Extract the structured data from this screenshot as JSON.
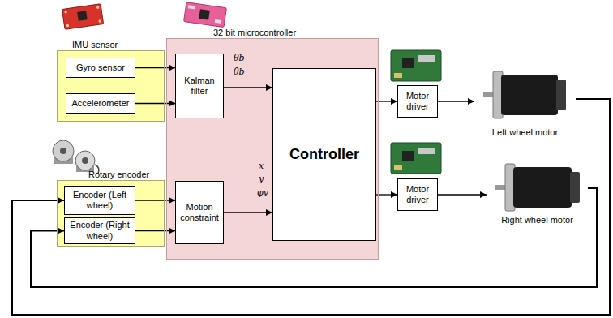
{
  "diagram": {
    "nodes": [
      {
        "text": [
          "IMU sensor"
        ]
      },
      {
        "text": [
          "Gyro sensor"
        ],
        "in": 0
      },
      {
        "text": [
          "Accelerometer"
        ],
        "in": 0
      },
      {
        "text": [
          "32 bit microcontroller"
        ]
      },
      {
        "text": [
          "Kalman filter"
        ],
        "in": 3
      },
      {
        "text": [
          "Controller"
        ],
        "in": 3
      },
      {
        "text": [
          "Motion constraint"
        ],
        "in": 3
      },
      {
        "text": [
          "Rotary encoder"
        ]
      },
      {
        "text": [
          "Encoder (Left wheel)"
        ],
        "in": 7
      },
      {
        "text": [
          "Encoder (Right wheel)"
        ],
        "in": 7
      },
      {
        "text": [
          "Motor driver"
        ]
      },
      {
        "text": [
          "Motor driver"
        ]
      },
      {
        "text": [
          "Left wheel motor"
        ]
      },
      {
        "text": [
          "Right wheel motor"
        ]
      }
    ],
    "edges": [
      {
        "from": 1,
        "to": 4,
        "arrow": "to"
      },
      {
        "from": 2,
        "to": 4,
        "arrow": "to"
      },
      {
        "from": 4,
        "to": 5,
        "arrow": "to"
      },
      {
        "from": 6,
        "to": 5,
        "arrow": "to"
      },
      {
        "from": 8,
        "to": 6,
        "arrow": "to"
      },
      {
        "from": 9,
        "to": 6,
        "arrow": "to"
      },
      {
        "from": 5,
        "to": 10,
        "arrow": "to"
      },
      {
        "from": 5,
        "to": 11,
        "arrow": "to"
      },
      {
        "from": 10,
        "to": 12,
        "arrow": "to"
      },
      {
        "from": 11,
        "to": 13,
        "arrow": "to"
      },
      {
        "from": 12,
        "to": 8,
        "arrow": "to"
      },
      {
        "from": 13,
        "to": 9,
        "arrow": "to"
      }
    ],
    "labels": [
      "θb",
      "θ̇b",
      "x",
      "y",
      "φv"
    ]
  }
}
